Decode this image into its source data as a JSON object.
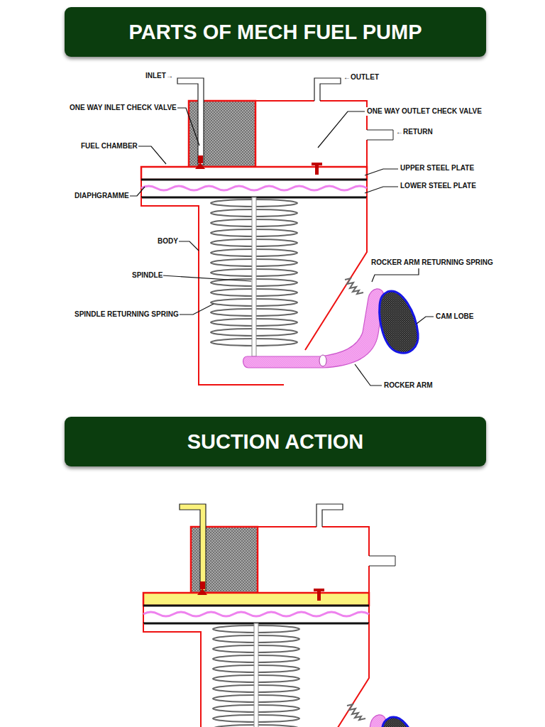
{
  "diagram": {
    "nodes": [
      {
        "text": [
          "PARTS OF MECH FUEL PUMP"
        ]
      },
      {
        "text": [
          "SUCTION ACTION"
        ]
      }
    ],
    "labels": [
      "INLET→",
      "←OUTLET",
      "ONE WAY INLET CHECK VALVE",
      "ONE WAY OUTLET CHECK VALVE",
      "←RETURN",
      "FUEL CHAMBER",
      "UPPER STEEL PLATE",
      "DIAPHGRAMME",
      "LOWER STEEL PLATE",
      "BODY",
      "ROCKER ARM RETURNING SPRING",
      "SPINDLE",
      "SPINDLE RETURNING SPRING",
      "CAM LOBE",
      "ROCKER ARM"
    ]
  }
}
